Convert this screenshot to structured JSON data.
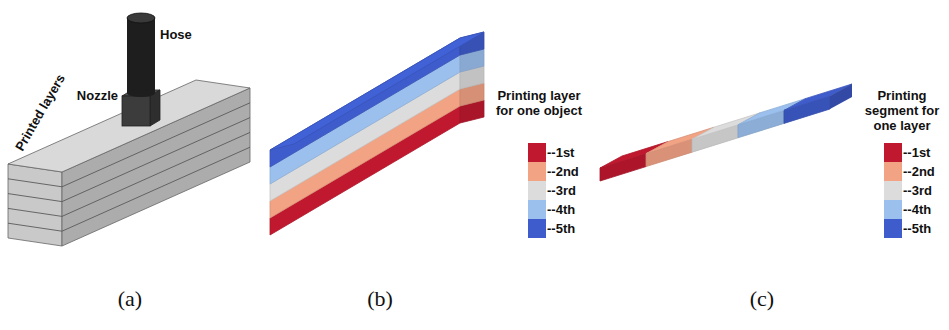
{
  "diagram": {
    "labels": [
      "Hose",
      "Nozzle",
      "Printed layers",
      "Printing layer for one object",
      "Printing segment for one layer",
      "(a)",
      "(b)",
      "(c)"
    ],
    "legend": [
      {
        "text": "--1st",
        "color": "#c0182f"
      },
      {
        "text": "--2nd",
        "color": "#f1a384"
      },
      {
        "text": "--3rd",
        "color": "#dcdcdc"
      },
      {
        "text": "--4th",
        "color": "#9cc0ee"
      },
      {
        "text": "--5th",
        "color": "#3e5ccc"
      },
      {
        "text": "--1st",
        "color": "#c0182f"
      },
      {
        "text": "--2nd",
        "color": "#f1a384"
      },
      {
        "text": "--3rd",
        "color": "#dcdcdc"
      },
      {
        "text": "--4th",
        "color": "#9cc0ee"
      },
      {
        "text": "--5th",
        "color": "#3e5ccc"
      }
    ]
  }
}
